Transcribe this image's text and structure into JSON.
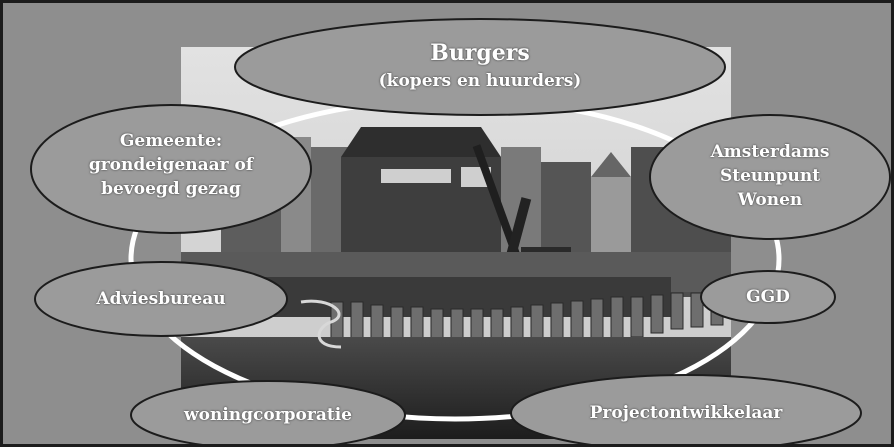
{
  "diagram": {
    "nodes": [
      {
        "id": "burgers",
        "title": "Burgers",
        "subtitle": "(kopers en huurders)"
      },
      {
        "id": "gemeente",
        "label": "Gemeente:\ngrondeigenaar of\nbevoegd gezag"
      },
      {
        "id": "steunpunt",
        "label": "Amsterdams\nSteunpunt\nWonen"
      },
      {
        "id": "adviesbureau",
        "label": "Adviesbureau"
      },
      {
        "id": "ggd",
        "label": "GGD"
      },
      {
        "id": "woningcorporatie",
        "label": "woningcorporatie"
      },
      {
        "id": "projectontwikkelaar",
        "label": "Projectontwikkelaar"
      }
    ],
    "colors": {
      "background": "#8e8e8e",
      "node_fill": "#9b9b9b",
      "ring": "#ffffff",
      "border": "#1c1c1c"
    }
  }
}
